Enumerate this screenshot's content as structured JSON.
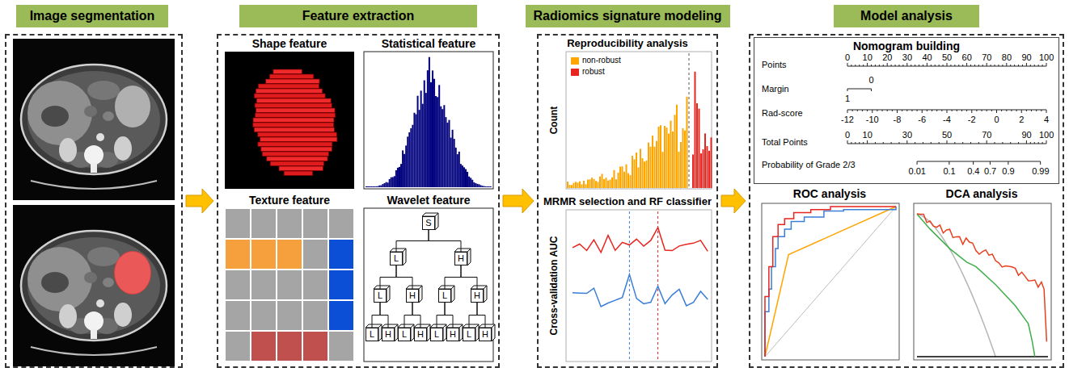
{
  "diagram": {
    "nodes": [
      {
        "text": [
          "Image segmentation"
        ]
      },
      {
        "text": [
          "Feature extraction"
        ]
      },
      {
        "text": [
          "Shape feature"
        ],
        "in": 1
      },
      {
        "text": [
          "Statistical feature"
        ],
        "in": 1
      },
      {
        "text": [
          "Texture feature"
        ],
        "in": 1
      },
      {
        "text": [
          "Wavelet feature"
        ],
        "in": 1
      },
      {
        "text": [
          "S"
        ],
        "in": 5
      },
      {
        "text": [
          "L"
        ],
        "in": 5
      },
      {
        "text": [
          "H"
        ],
        "in": 5
      },
      {
        "text": [
          "L"
        ],
        "in": 5
      },
      {
        "text": [
          "H"
        ],
        "in": 5
      },
      {
        "text": [
          "L"
        ],
        "in": 5
      },
      {
        "text": [
          "H"
        ],
        "in": 5
      },
      {
        "text": [
          "L"
        ],
        "in": 5
      },
      {
        "text": [
          "H"
        ],
        "in": 5
      },
      {
        "text": [
          "L"
        ],
        "in": 5
      },
      {
        "text": [
          "H"
        ],
        "in": 5
      },
      {
        "text": [
          "L"
        ],
        "in": 5
      },
      {
        "text": [
          "H"
        ],
        "in": 5
      },
      {
        "text": [
          "L"
        ],
        "in": 5
      },
      {
        "text": [
          "H"
        ],
        "in": 5
      },
      {
        "text": [
          "Radiomics signature modeling"
        ]
      },
      {
        "text": [
          "Reproducibility analysis"
        ],
        "in": 21
      },
      {
        "text": [
          "MRMR selection and RF classifier"
        ],
        "in": 21
      },
      {
        "text": [
          "Model analysis"
        ]
      },
      {
        "text": [
          "Nomogram building"
        ],
        "in": 24
      },
      {
        "text": [
          "ROC analysis"
        ],
        "in": 24
      },
      {
        "text": [
          "DCA analysis"
        ],
        "in": 24
      }
    ],
    "edges": [
      {
        "from": 0,
        "to": 1,
        "arrow": "to"
      },
      {
        "from": 1,
        "to": 21,
        "arrow": "to"
      },
      {
        "from": 21,
        "to": 24,
        "arrow": "to"
      },
      {
        "from": 6,
        "to": 7,
        "arrow": "none"
      },
      {
        "from": 6,
        "to": 8,
        "arrow": "none"
      },
      {
        "from": 7,
        "to": 9,
        "arrow": "none"
      },
      {
        "from": 7,
        "to": 10,
        "arrow": "none"
      },
      {
        "from": 8,
        "to": 11,
        "arrow": "none"
      },
      {
        "from": 8,
        "to": 12,
        "arrow": "none"
      },
      {
        "from": 9,
        "to": 13,
        "arrow": "none"
      },
      {
        "from": 9,
        "to": 14,
        "arrow": "none"
      },
      {
        "from": 10,
        "to": 15,
        "arrow": "none"
      },
      {
        "from": 10,
        "to": 16,
        "arrow": "none"
      },
      {
        "from": 11,
        "to": 17,
        "arrow": "none"
      },
      {
        "from": 11,
        "to": 18,
        "arrow": "none"
      },
      {
        "from": 12,
        "to": 19,
        "arrow": "none"
      },
      {
        "from": 12,
        "to": 20,
        "arrow": "none"
      }
    ],
    "labels": [
      "Count",
      "Cross-validation AUC",
      "Points",
      "0",
      "10",
      "20",
      "30",
      "40",
      "50",
      "60",
      "70",
      "80",
      "90",
      "100",
      "Margin",
      "0",
      "1",
      "Rad-score",
      "-12",
      "-10",
      "-8",
      "-6",
      "-4",
      "-2",
      "0",
      "2",
      "4",
      "Total Points",
      "0",
      "10",
      "30",
      "50",
      "70",
      "90",
      "100",
      "Probability of Grade 2/3",
      "0.01",
      "0.1",
      "0.4",
      "0.7",
      "0.9",
      "0.99"
    ],
    "legend": [
      {
        "text": "non-robust",
        "color": "#ffa500"
      },
      {
        "text": "robust",
        "color": "#e8251f"
      }
    ]
  }
}
